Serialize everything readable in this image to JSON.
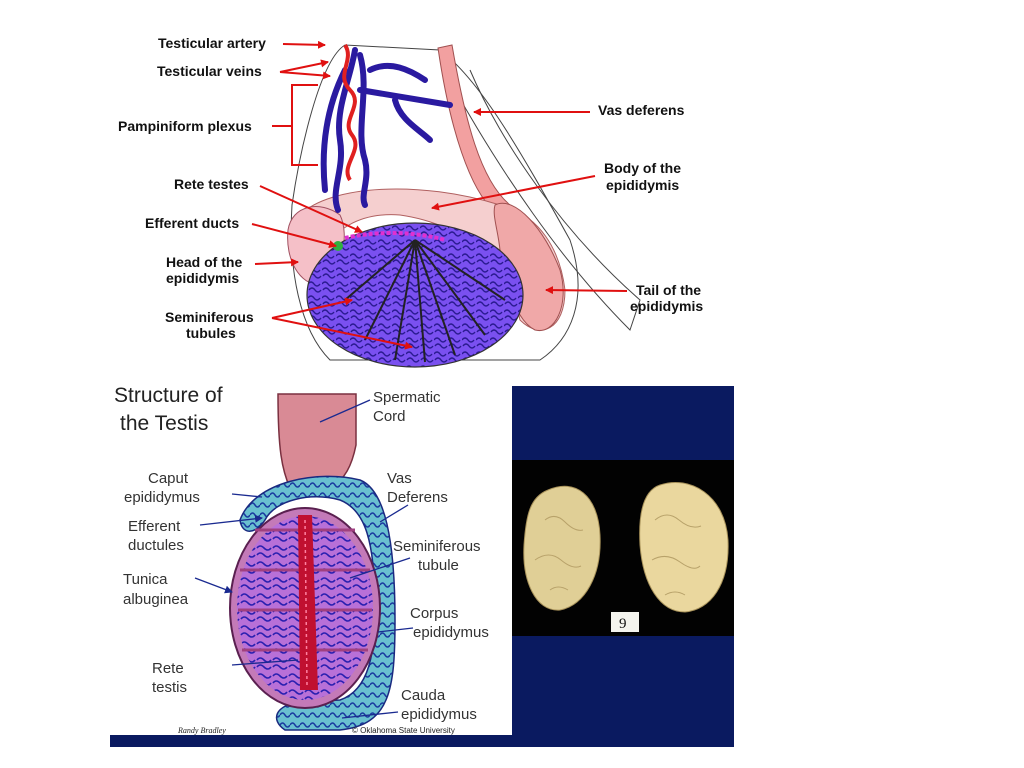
{
  "top_diagram": {
    "labels": {
      "testicular_artery": "Testicular artery",
      "testicular_veins": "Testicular veins",
      "pampiniform_plexus": "Pampiniform plexus",
      "rete_testes": "Rete testes",
      "efferent_ducts": "Efferent ducts",
      "head_epididymis_1": "Head of the",
      "head_epididymis_2": "epididymis",
      "seminiferous_1": "Seminiferous",
      "seminiferous_2": "tubules",
      "vas_deferens": "Vas deferens",
      "body_epididymis_1": "Body of the",
      "body_epididymis_2": "epididymis",
      "tail_epididymis_1": "Tail of the",
      "tail_epididymis_2": "epididymis"
    },
    "colors": {
      "arrow": "#e01010",
      "vein": "#2a1aa0",
      "artery": "#e02020",
      "epididymis": "#f0b8b8",
      "tubule": "#6a40e8"
    }
  },
  "bottom_diagram": {
    "title_1": "Structure of",
    "title_2": "the Testis",
    "labels": {
      "spermatic_1": "Spermatic",
      "spermatic_2": "Cord",
      "caput_1": "Caput",
      "caput_2": "epididymus",
      "efferent_1": "Efferent",
      "efferent_2": "ductules",
      "tunica_1": "Tunica",
      "tunica_2": "albuginea",
      "rete_1": "Rete",
      "rete_2": "testis",
      "vas_1": "Vas",
      "vas_2": "Deferens",
      "semi_1": "Seminiferous",
      "semi_2": "tubule",
      "corpus_1": "Corpus",
      "corpus_2": "epididymus",
      "cauda_1": "Cauda",
      "cauda_2": "epididymus"
    },
    "signature": "Randy Bradley",
    "copyright": "© Oklahoma State University",
    "colors": {
      "cord": "#d98a95",
      "testis": "#b06aa8",
      "tubule": "#3a2ab0",
      "epididymis": "#4aa8c0",
      "rete": "#c01030"
    }
  },
  "photo": {
    "tag": "9",
    "colors": {
      "frame": "#0a1a60",
      "background": "#020202",
      "specimen": "#e0cf96"
    }
  }
}
